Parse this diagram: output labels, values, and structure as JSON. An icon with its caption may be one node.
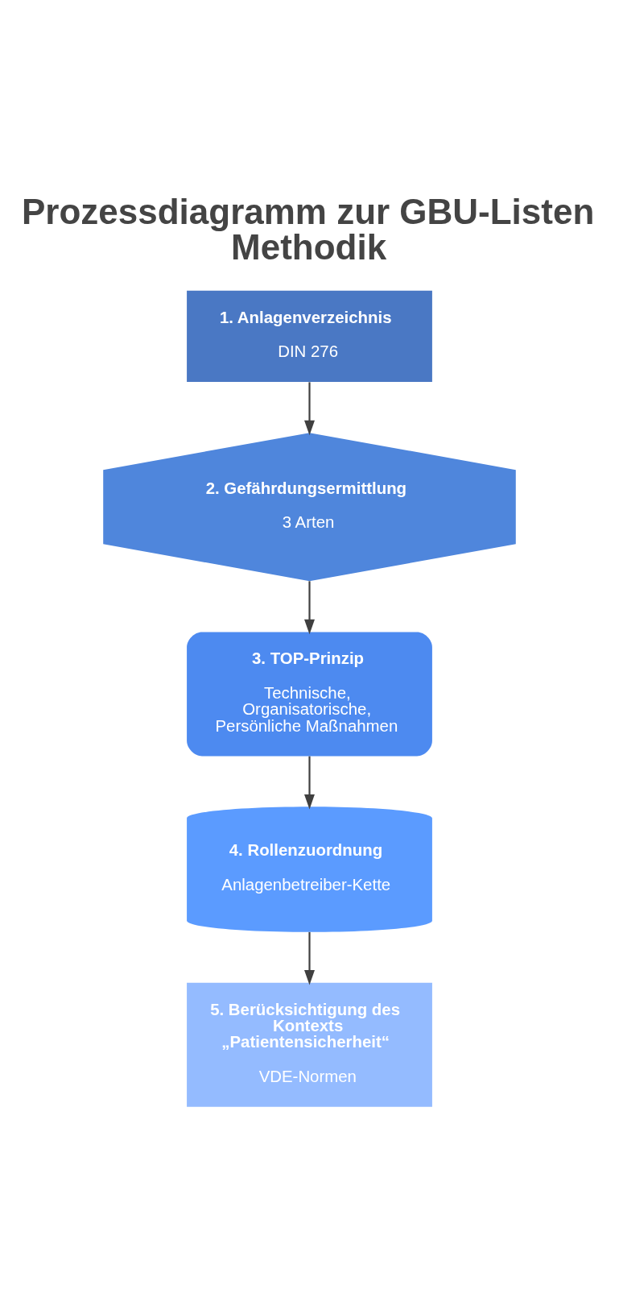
{
  "diagram": {
    "title": "Prozessdiagramm zur GBU-Listen Methodik",
    "nodes": [
      {
        "text": [
          "1. Anlagenverzeichnis",
          "DIN 276"
        ]
      },
      {
        "text": [
          "2. Gefährdungsermittlung",
          "3 Arten"
        ]
      },
      {
        "text": [
          "3. TOP-Prinzip",
          "Technische, Organisatorische, Persönliche Maßnahmen"
        ]
      },
      {
        "text": [
          "4. Rollenzuordnung",
          "Anlagenbetreiber-Kette"
        ]
      },
      {
        "text": [
          "5. Berücksichtigung des Kontexts „Patientensicherheit“",
          "VDE-Normen"
        ]
      }
    ],
    "edges": [
      {
        "from": 0,
        "to": 1,
        "arrow": "to"
      },
      {
        "from": 1,
        "to": 2,
        "arrow": "to"
      },
      {
        "from": 2,
        "to": 3,
        "arrow": "to"
      },
      {
        "from": 3,
        "to": 4,
        "arrow": "to"
      }
    ]
  }
}
